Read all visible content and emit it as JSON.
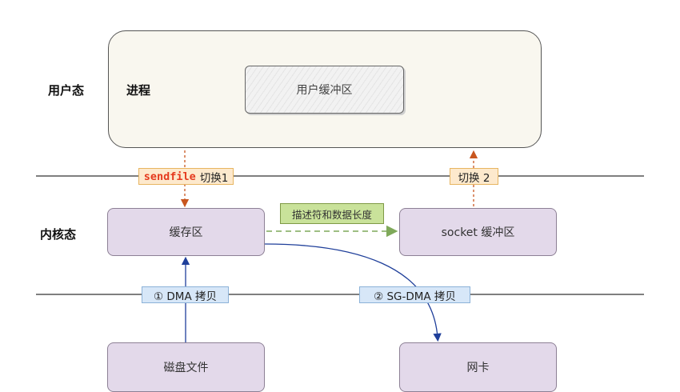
{
  "diagram": {
    "layers": {
      "user_mode": "用户态",
      "kernel_mode": "内核态"
    },
    "process": {
      "label": "进程",
      "user_buffer": "用户缓冲区"
    },
    "kernel": {
      "page_cache": "缓存区",
      "socket_buffer": "socket 缓冲区"
    },
    "hardware": {
      "disk_file": "磁盘文件",
      "nic": "网卡"
    },
    "switch_labels": {
      "switch1_keyword": "sendfile",
      "switch1_text": "切换1",
      "switch2_text": "切换 2"
    },
    "copy_labels": {
      "dma_copy": "① DMA 拷贝",
      "sg_dma_copy": "② SG-DMA 拷贝"
    },
    "descriptor_label": "描述符和数据长度",
    "colors": {
      "switch_arrow": "#c8561f",
      "dma_arrow": "#1f3f9a",
      "descriptor_arrow": "#7fa95a",
      "kernel_box_fill": "#e3d9ea",
      "user_space_fill": "#f9f7ef"
    }
  }
}
